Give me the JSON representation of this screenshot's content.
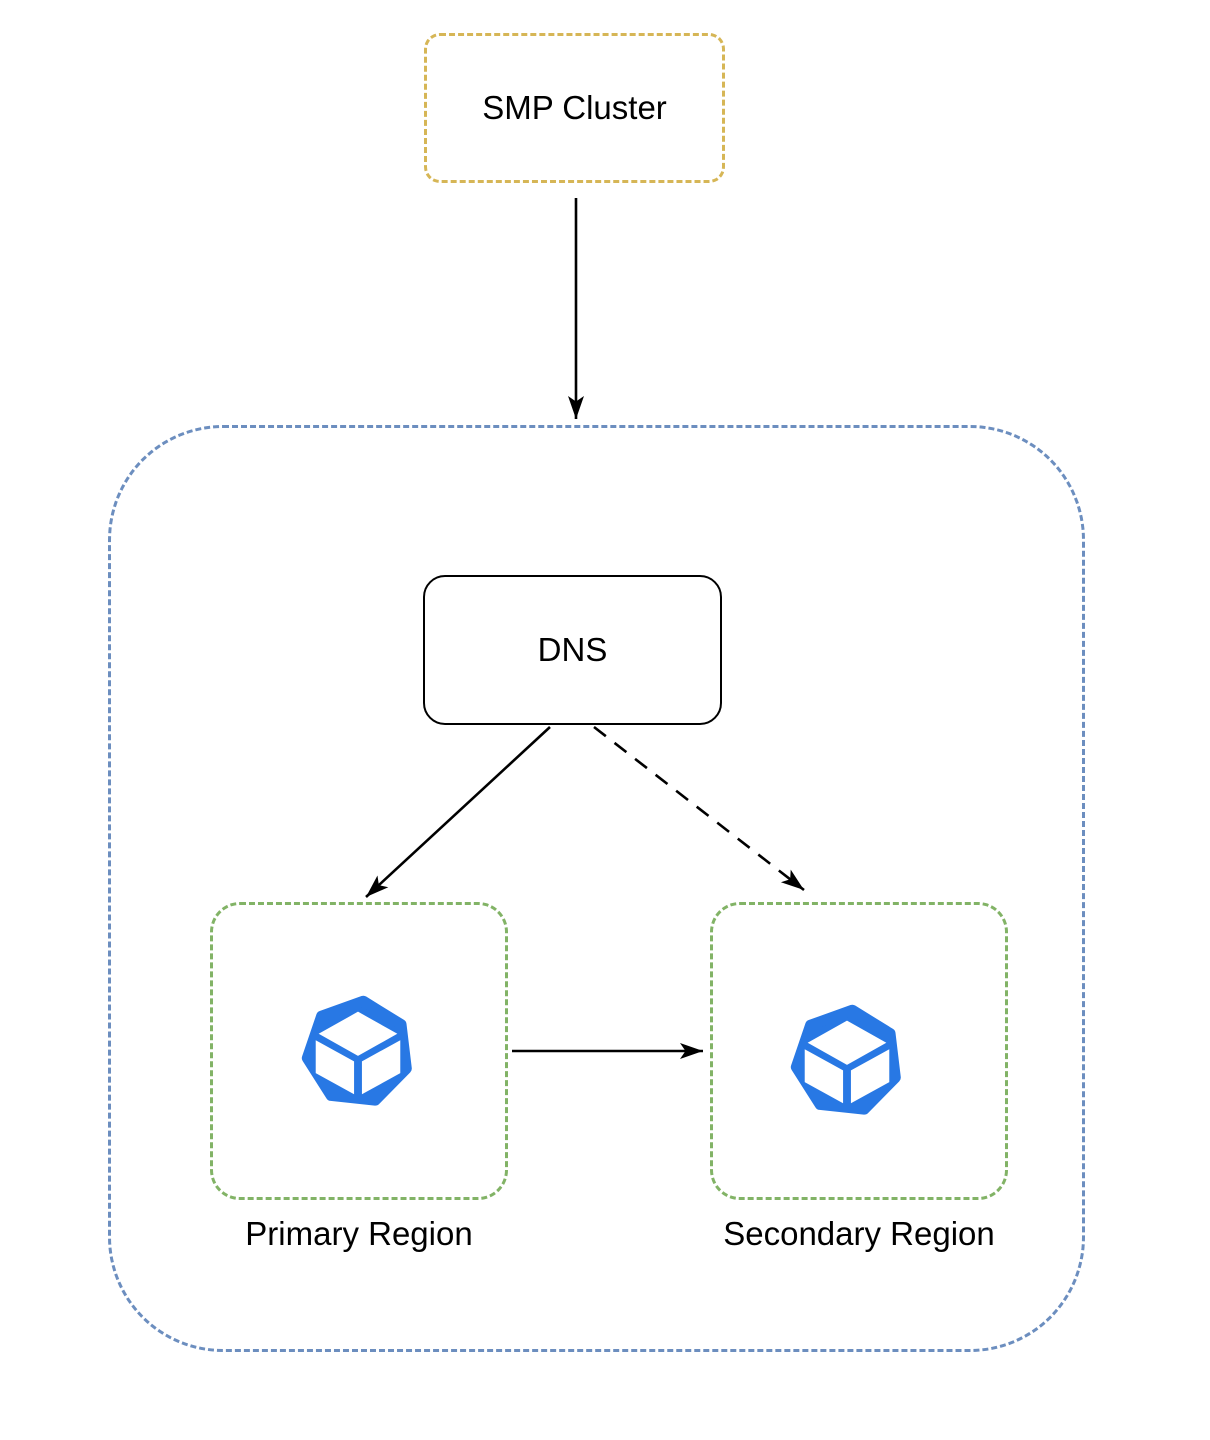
{
  "diagram": {
    "type": "architecture-flowchart",
    "smp_cluster": {
      "label": "SMP Cluster",
      "border_color": "#d6b656",
      "border_style": "dashed"
    },
    "outer_container": {
      "label": "",
      "border_color": "#6c8ebf",
      "border_style": "dashed"
    },
    "dns": {
      "label": "DNS",
      "border_color": "#000000",
      "border_style": "solid"
    },
    "primary_region": {
      "label": "Primary Region",
      "border_color": "#82b366",
      "border_style": "dashed",
      "icon": "cube-heptagon-icon",
      "icon_color": "#2878e4"
    },
    "secondary_region": {
      "label": "Secondary Region",
      "border_color": "#82b366",
      "border_style": "dashed",
      "icon": "cube-heptagon-icon",
      "icon_color": "#2878e4"
    },
    "edges": [
      {
        "id": "smp-to-container",
        "from": "SMP Cluster",
        "to": "outer container",
        "style": "solid-arrow"
      },
      {
        "id": "dns-to-primary",
        "from": "DNS",
        "to": "Primary Region",
        "style": "solid-arrow"
      },
      {
        "id": "dns-to-secondary",
        "from": "DNS",
        "to": "Secondary Region",
        "style": "dashed-arrow"
      },
      {
        "id": "primary-to-secondary",
        "from": "Primary Region",
        "to": "Secondary Region",
        "style": "solid-arrow"
      }
    ],
    "edge_color": "#000000"
  }
}
